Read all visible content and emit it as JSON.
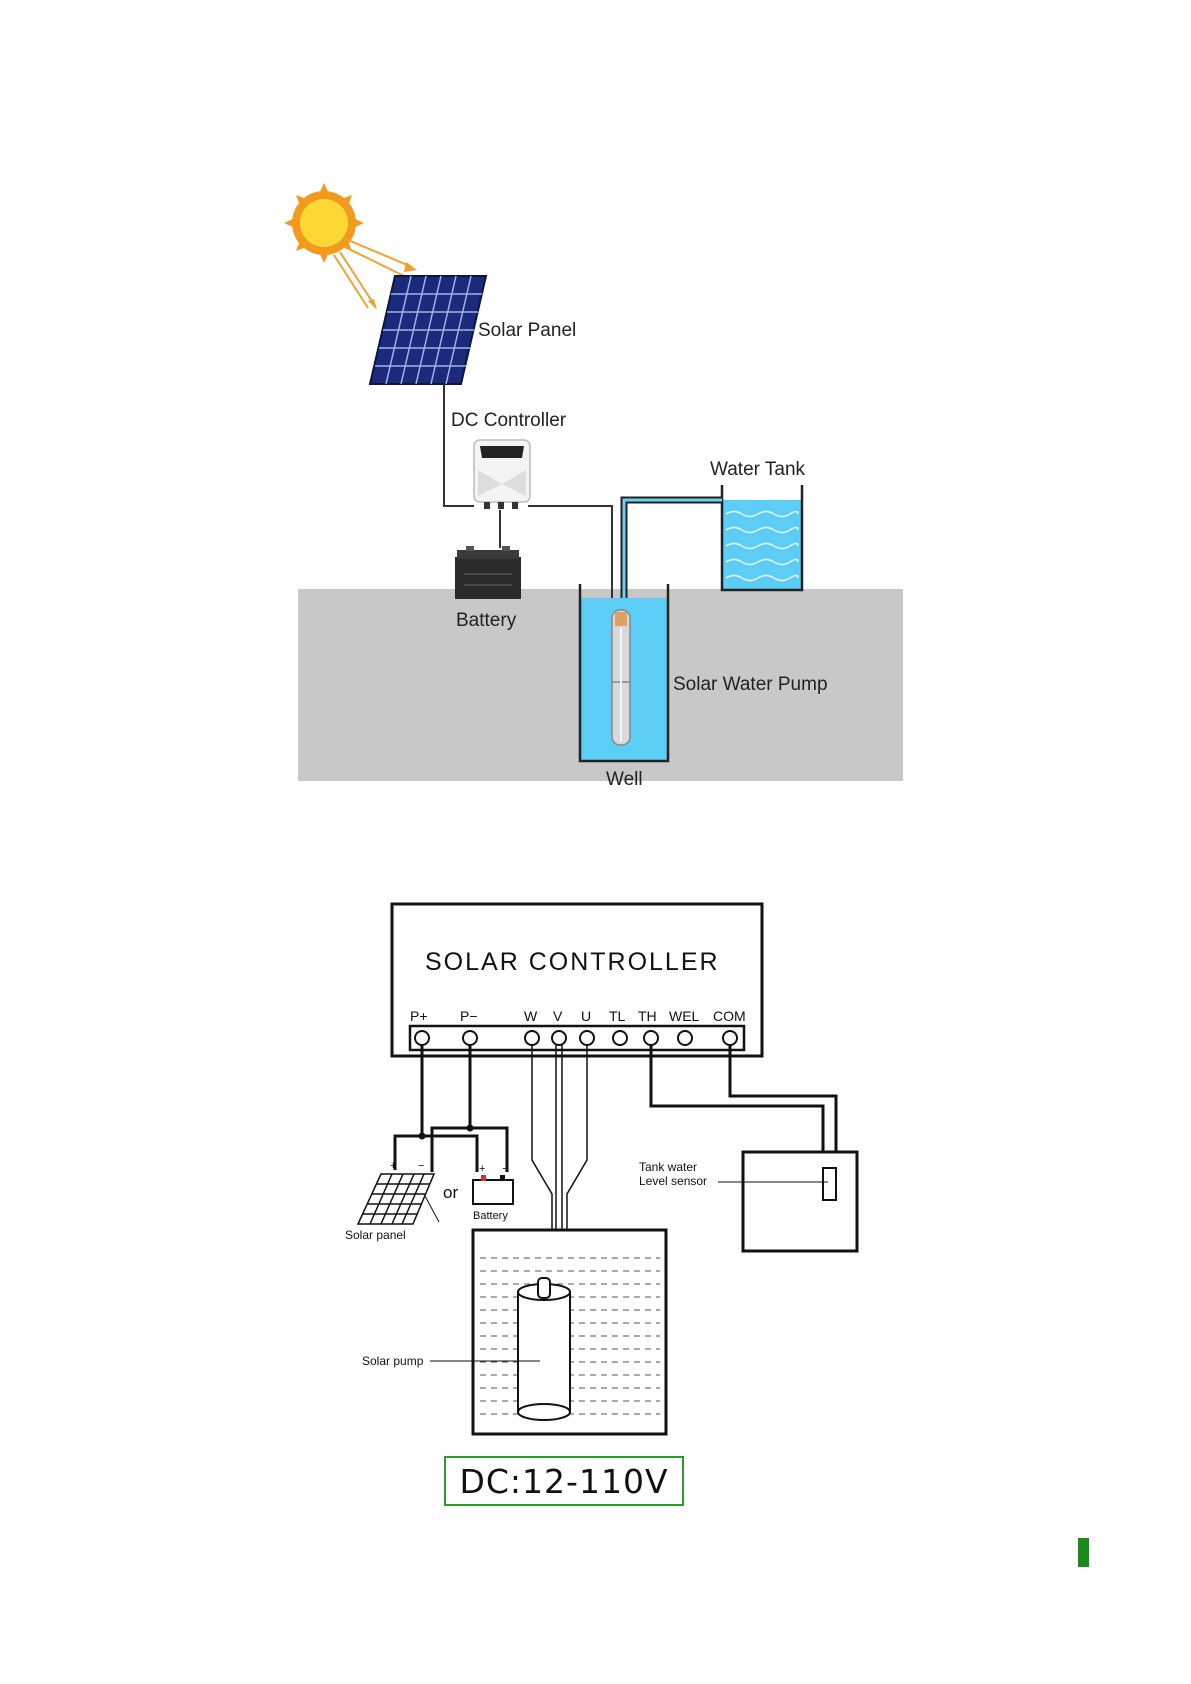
{
  "top_diagram": {
    "solar_panel_label": "Solar Panel",
    "dc_controller_label": "DC Controller",
    "water_tank_label": "Water Tank",
    "battery_label": "Battery",
    "pump_label": "Solar Water Pump",
    "well_label": "Well",
    "colors": {
      "ground": "#c8c8c8",
      "water": "#5ccdf5",
      "panel": "#1b2a7a",
      "sun": "#fdd835",
      "pipe": "#3aa6c8"
    }
  },
  "wiring_diagram": {
    "title": "SOLAR CONTROLLER",
    "terminals": [
      "P+",
      "P−",
      "W",
      "V",
      "U",
      "TL",
      "TH",
      "WEL",
      "COM"
    ],
    "solar_panel_label": "Solar panel",
    "or_label": "or",
    "battery_label": "Battery",
    "sensor_label_line1": "Tank water",
    "sensor_label_line2": "Level sensor",
    "pump_label": "Solar pump",
    "panel_plus": "+",
    "panel_minus": "−",
    "battery_plus": "+",
    "battery_minus": "−"
  },
  "voltage": "DC:12-110V"
}
